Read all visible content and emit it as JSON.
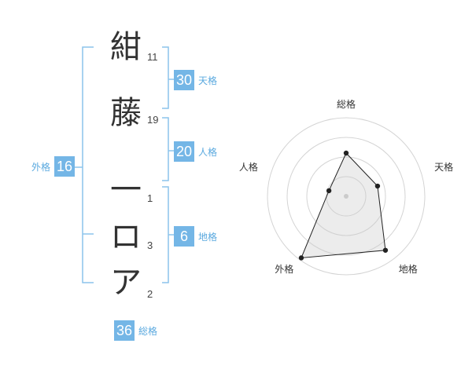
{
  "name": {
    "chars": [
      {
        "char": "紺",
        "strokes": "11"
      },
      {
        "char": "藤",
        "strokes": "19"
      },
      {
        "char": "一",
        "strokes": "1"
      },
      {
        "char": "ロ",
        "strokes": "3"
      },
      {
        "char": "ア",
        "strokes": "2"
      }
    ]
  },
  "kaku": {
    "tenkaku": {
      "value": "30",
      "label": "天格"
    },
    "jinkaku": {
      "value": "20",
      "label": "人格"
    },
    "chikaku": {
      "value": "6",
      "label": "地格"
    },
    "gaikaku": {
      "value": "16",
      "label": "外格"
    },
    "soukaku": {
      "value": "36",
      "label": "総格"
    }
  },
  "colors": {
    "accent": "#74b6e6",
    "bracket": "#8cc4ec",
    "label": "#5aa9df"
  },
  "chart_data": {
    "type": "radar",
    "axes": [
      "総格",
      "天格",
      "地格",
      "外格",
      "人格"
    ],
    "values": [
      0.55,
      0.42,
      0.85,
      0.97,
      0.23
    ],
    "rings": 4,
    "range": [
      0,
      1
    ]
  }
}
